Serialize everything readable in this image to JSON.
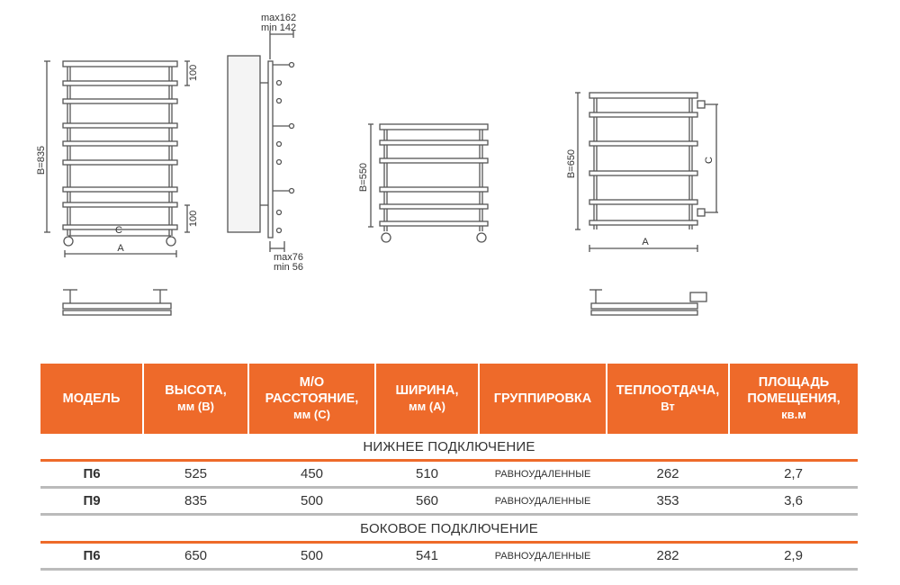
{
  "colors": {
    "accent": "#ee6a2a",
    "line": "#555555",
    "row_rule": "#bbbbbb"
  },
  "drawings": {
    "d1": {
      "height": "B=835",
      "half": "C",
      "width": "A",
      "top_gap": "100",
      "bottom_gap": "100"
    },
    "side": {
      "max_top": "max162",
      "min_top": "min 142",
      "max_bottom": "max76",
      "min_bottom": "min 56"
    },
    "d2": {
      "height": "B=550"
    },
    "d3": {
      "height": "B=650",
      "side": "C",
      "width": "A"
    }
  },
  "table": {
    "headers": [
      {
        "lines": [
          "МОДЕЛЬ"
        ],
        "sub": ""
      },
      {
        "lines": [
          "ВЫСОТА,"
        ],
        "sub": "мм (В)"
      },
      {
        "lines": [
          "М/О",
          "РАССТОЯНИЕ,"
        ],
        "sub": "мм (С)"
      },
      {
        "lines": [
          "ШИРИНА,"
        ],
        "sub": "мм (А)"
      },
      {
        "lines": [
          "ГРУППИРОВКА"
        ],
        "sub": ""
      },
      {
        "lines": [
          "ТЕПЛООТДАЧА,"
        ],
        "sub": "Вт"
      },
      {
        "lines": [
          "ПЛОЩАДЬ",
          "ПОМЕЩЕНИЯ,"
        ],
        "sub": "кв.м"
      }
    ],
    "sections": [
      {
        "title": "НИЖНЕЕ ПОДКЛЮЧЕНИЕ",
        "rows": [
          [
            "П6",
            "525",
            "450",
            "510",
            "РАВНОУДАЛЕННЫЕ",
            "262",
            "2,7"
          ],
          [
            "П9",
            "835",
            "500",
            "560",
            "РАВНОУДАЛЕННЫЕ",
            "353",
            "3,6"
          ]
        ]
      },
      {
        "title": "БОКОВОЕ ПОДКЛЮЧЕНИЕ",
        "rows": [
          [
            "П6",
            "650",
            "500",
            "541",
            "РАВНОУДАЛЕННЫЕ",
            "282",
            "2,9"
          ]
        ]
      }
    ]
  }
}
